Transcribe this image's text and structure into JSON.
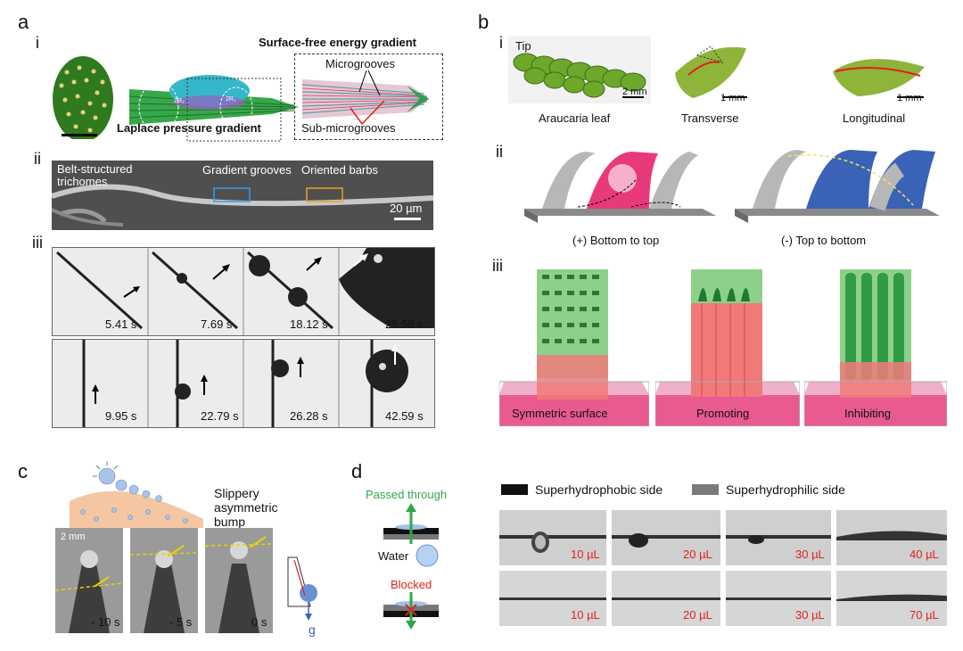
{
  "panel_a": {
    "label": "a",
    "i": "i",
    "ii": "ii",
    "iii": "iii",
    "surface_free_energy": "Surface-free energy gradient",
    "microgrooves": "Microgrooves",
    "laplace": "Laplace pressure gradient",
    "sub_microgrooves": "Sub-microgrooves",
    "r_labels": [
      "2R₂",
      "2R₁"
    ],
    "belt": "Belt-structured\ntrichomes",
    "gradient_grooves": "Gradient grooves",
    "oriented_barbs": "Oriented barbs",
    "scale_20um": "20 µm",
    "times_top": [
      "5.41 s",
      "7.69 s",
      "18.12 s",
      "25.58 s"
    ],
    "times_bottom": [
      "9.95 s",
      "22.79 s",
      "26.28 s",
      "42.59 s"
    ]
  },
  "panel_b": {
    "label": "b",
    "i": "i",
    "ii": "ii",
    "iii": "iii",
    "tip": "Tip",
    "scale_2mm": "2 mm",
    "scale_1mm": "1 mm",
    "captions_i": [
      "Araucaria leaf",
      "Transverse",
      "Longitudinal"
    ],
    "captions_ii": [
      "(+) Bottom to top",
      "(-) Top to bottom"
    ],
    "captions_iii": [
      "Symmetric surface",
      "Promoting",
      "Inhibiting"
    ]
  },
  "panel_c": {
    "label": "c",
    "slippery": "Slippery\nasymmetric\nbump",
    "scale": "2 mm",
    "times": [
      "- 10 s",
      "- 5 s",
      "0 s"
    ],
    "g": "g"
  },
  "panel_d": {
    "label": "d",
    "passed": "Passed through",
    "water": "Water",
    "blocked": "Blocked",
    "legend_dark": "Superhydrophobic side",
    "legend_gray": "Superhydrophilic side",
    "vols_top": [
      "10 µL",
      "20 µL",
      "30 µL",
      "40 µL"
    ],
    "vols_bottom": [
      "10 µL",
      "20 µL",
      "30 µL",
      "70 µL"
    ]
  }
}
